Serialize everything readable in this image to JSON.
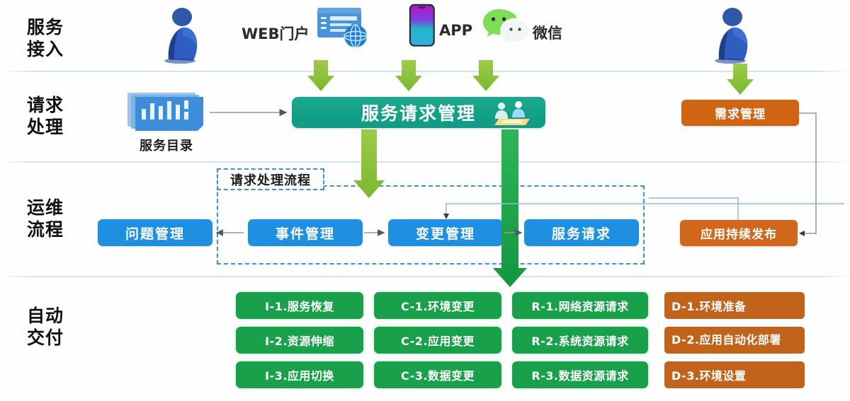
{
  "rows": [
    {
      "id": "access",
      "label": "服务\n接入"
    },
    {
      "id": "request",
      "label": "请求\n处理"
    },
    {
      "id": "ops",
      "label": "运维\n流程"
    },
    {
      "id": "auto",
      "label": "自动\n交付"
    }
  ],
  "access_row": {
    "channels": [
      {
        "name": "web-portal",
        "label": "WEB门户",
        "icon": "browser-window-icon"
      },
      {
        "name": "mobile-app",
        "label": "APP",
        "icon": "smartphone-icon"
      },
      {
        "name": "wechat",
        "label": "微信",
        "icon": "wechat-bubble-icon"
      }
    ],
    "actors": [
      {
        "name": "end-user-left",
        "icon": "person-icon"
      },
      {
        "name": "end-user-right",
        "icon": "person-icon"
      }
    ]
  },
  "request_row": {
    "service_catalog": {
      "label": "服务目录",
      "icon": "stacked-documents-icon"
    },
    "service_request_management": "服务请求管理",
    "requirement_management": "需求管理"
  },
  "ops_row": {
    "group_label": "请求处理流程",
    "boxes": [
      {
        "name": "problem-management",
        "label": "问题管理"
      },
      {
        "name": "incident-management",
        "label": "事件管理"
      },
      {
        "name": "change-management",
        "label": "变更管理"
      },
      {
        "name": "service-request",
        "label": "服务请求"
      }
    ],
    "release_box": "应用持续发布"
  },
  "auto_row": {
    "columns": [
      {
        "name": "incident-column",
        "color": "#19a04a",
        "items": [
          "I-1.服务恢复",
          "I-2.资源伸缩",
          "I-3.应用切换"
        ]
      },
      {
        "name": "change-column",
        "color": "#19a04a",
        "items": [
          "C-1.环境变更",
          "C-2.应用变更",
          "C-3.数据变更"
        ]
      },
      {
        "name": "request-column",
        "color": "#19a04a",
        "items": [
          "R-1.网络资源请求",
          "R-2.系统资源请求",
          "R-3.数据资源请求"
        ]
      },
      {
        "name": "deploy-column",
        "color": "#c2631c",
        "items": [
          "D-1.环境准备",
          "D-2.应用自动化部署",
          "D-3.环境设置"
        ]
      }
    ]
  },
  "colors": {
    "teal": "#14a088",
    "orange": "#cf6412",
    "blue": "#1f8fe0",
    "green": "#19a04a",
    "arrow_light_green": "#8cc63f",
    "arrow_dark_green": "#22a44c",
    "divider": "#cfe4ee",
    "dashed": "#3d8fd6"
  }
}
